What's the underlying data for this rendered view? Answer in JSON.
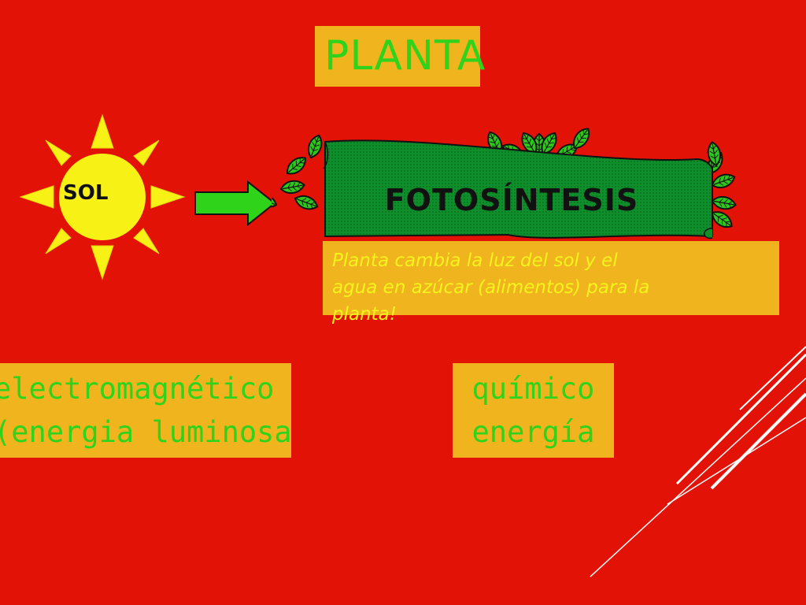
{
  "title": "PLANTA",
  "sun": {
    "label": "SOL",
    "icon": "sun-icon"
  },
  "arrow": {
    "icon": "arrow-right-icon"
  },
  "process": {
    "label": "FOTOSÍNTESIS"
  },
  "description": {
    "line1": "Planta cambia la luz del sol y el",
    "line2": "agua en azúcar (alimentos) para la",
    "line3": "planta!"
  },
  "energy_left": {
    "line1": "electromagnético",
    "line2": "(energia luminosa"
  },
  "energy_right": {
    "line1": "químico",
    "line2": "energía"
  },
  "colors": {
    "background": "#e31207",
    "box": "#f0b41f",
    "green_text": "#2fd31c",
    "sun": "#f7f116",
    "banner": "#0d8a2a"
  }
}
